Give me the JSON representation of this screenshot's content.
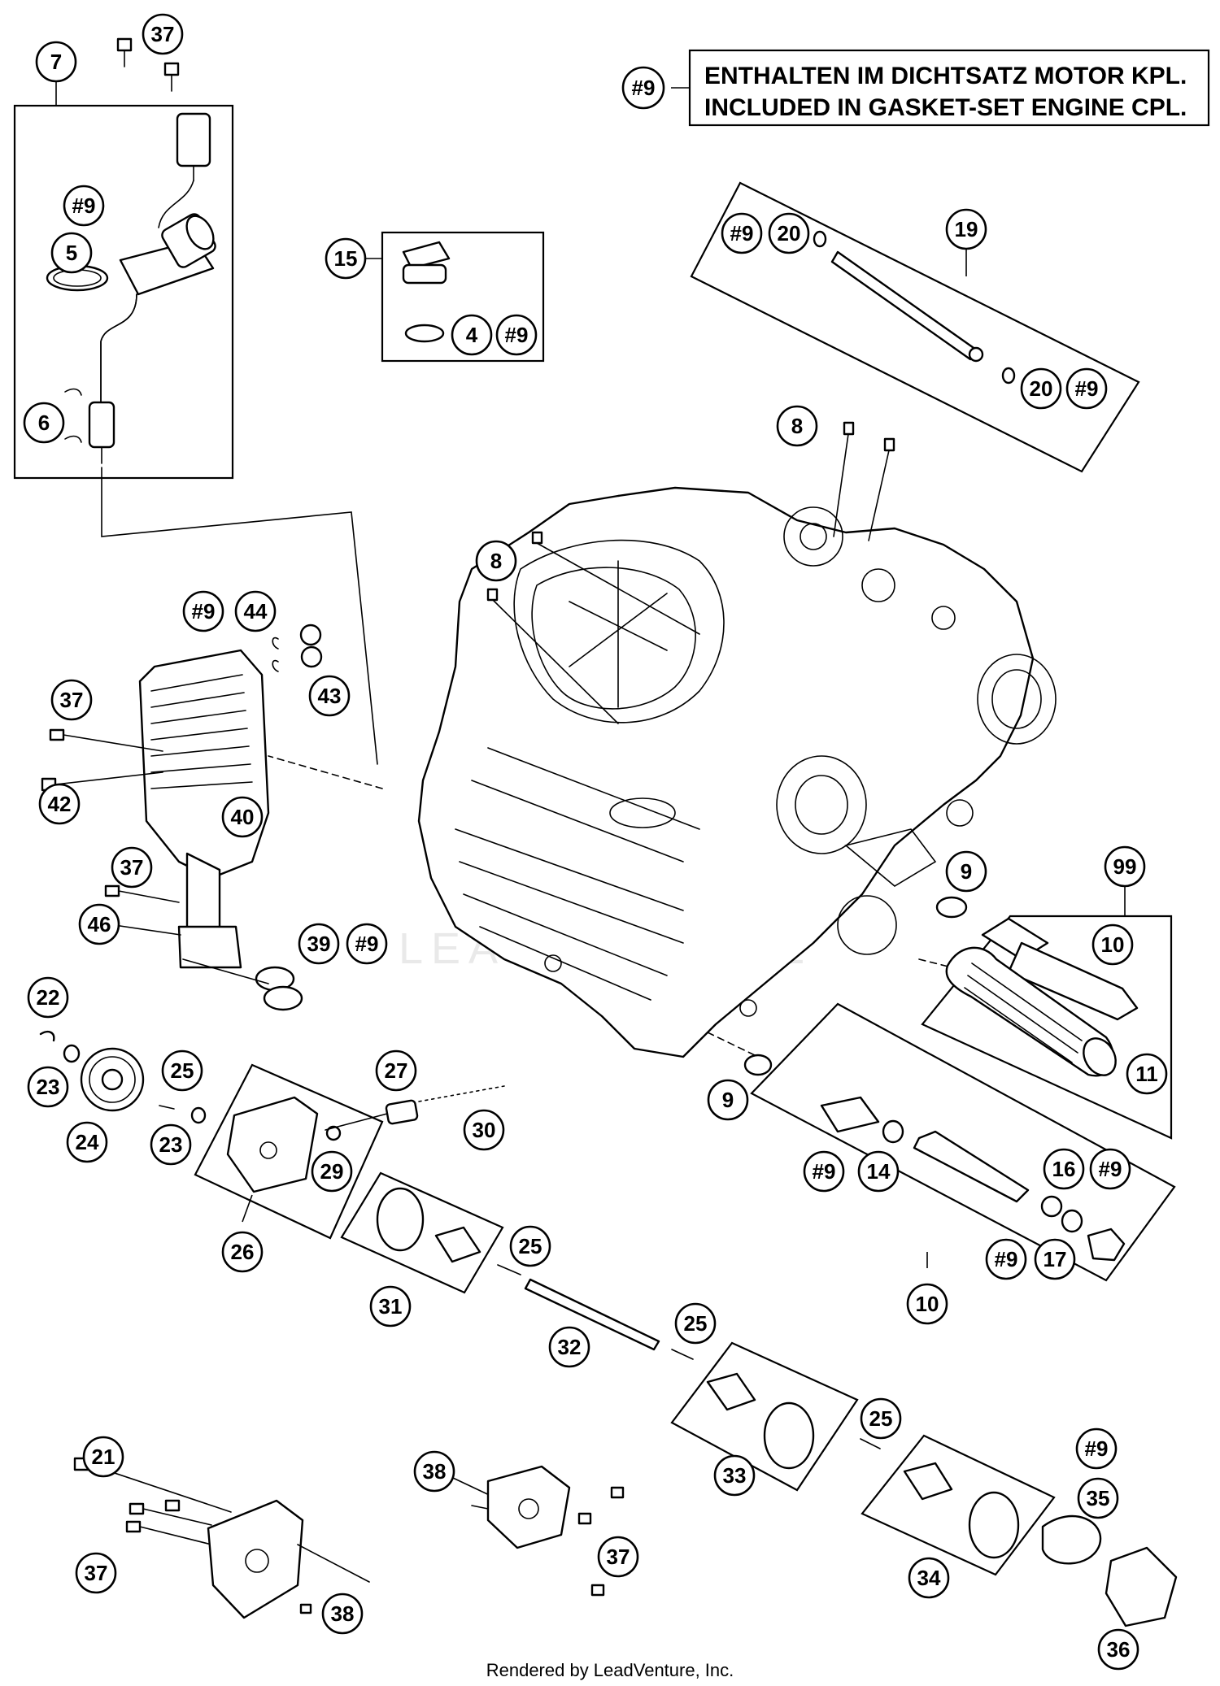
{
  "note": {
    "ref": "#9",
    "line1": "ENTHALTEN IM DICHTSATZ MOTOR KPL.",
    "line2": "INCLUDED IN GASKET-SET ENGINE CPL."
  },
  "watermark": "LEADVENTURE",
  "footer": "Rendered by LeadVenture, Inc.",
  "callouts": [
    "37",
    "7",
    "#9",
    "#9",
    "5",
    "6",
    "15",
    "4",
    "#9",
    "19",
    "#9",
    "20",
    "20",
    "#9",
    "8",
    "8",
    "#9",
    "44",
    "43",
    "37",
    "42",
    "40",
    "37",
    "46",
    "39",
    "#9",
    "9",
    "99",
    "10",
    "11",
    "9",
    "#9",
    "14",
    "16",
    "#9",
    "#9",
    "17",
    "10",
    "22",
    "23",
    "24",
    "25",
    "23",
    "27",
    "30",
    "29",
    "26",
    "31",
    "25",
    "32",
    "25",
    "33",
    "25",
    "#9",
    "35",
    "34",
    "36",
    "21",
    "37",
    "38",
    "38",
    "37"
  ]
}
